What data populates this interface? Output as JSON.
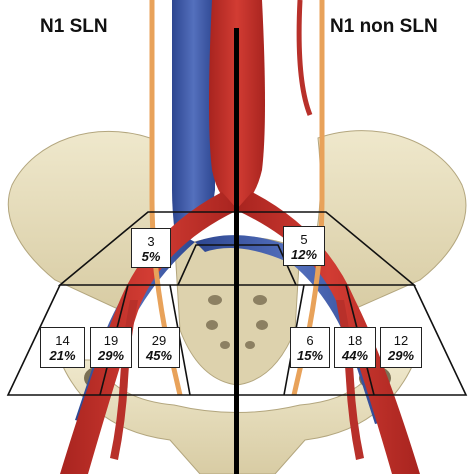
{
  "titles": {
    "left": "N1 SLN",
    "right": "N1 non SLN"
  },
  "regions": {
    "left": [
      {
        "count": "3",
        "percent": "5%"
      },
      {
        "count": "14",
        "percent": "21%"
      },
      {
        "count": "19",
        "percent": "29%"
      },
      {
        "count": "29",
        "percent": "45%"
      }
    ],
    "right": [
      {
        "count": "5",
        "percent": "12%"
      },
      {
        "count": "6",
        "percent": "15%"
      },
      {
        "count": "18",
        "percent": "44%"
      },
      {
        "count": "12",
        "percent": "29%"
      }
    ]
  },
  "colors": {
    "bone": "#e8dfc0",
    "bone_shade": "#c9bd97",
    "artery": "#c0322b",
    "vein": "#3d5aa6",
    "ureter": "#e8a25a",
    "divider": "#000000"
  }
}
